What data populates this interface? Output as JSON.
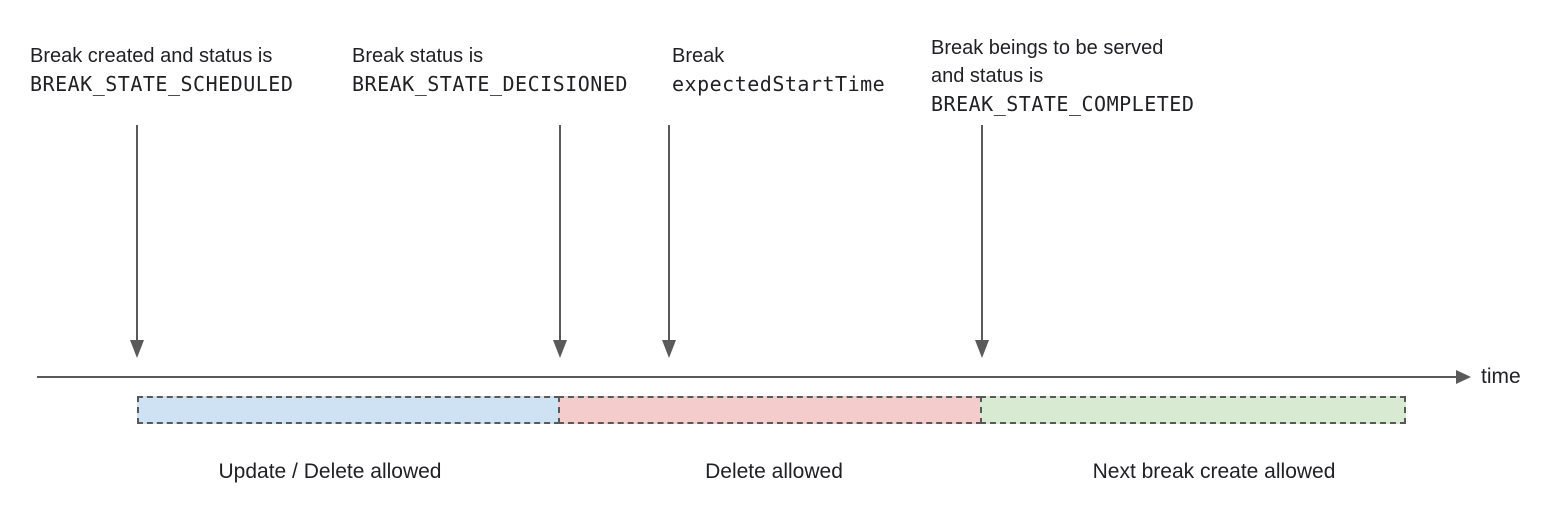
{
  "diagram": {
    "annotations": [
      {
        "text_lines": [
          "Break created and status is"
        ],
        "code": "BREAK_STATE_SCHEDULED"
      },
      {
        "text_lines": [
          "Break status is"
        ],
        "code": "BREAK_STATE_DECISIONED"
      },
      {
        "text_lines": [
          "Break"
        ],
        "code": "expectedStartTime"
      },
      {
        "text_lines": [
          "Break beings to be served",
          "and status is"
        ],
        "code": "BREAK_STATE_COMPLETED"
      }
    ],
    "timeline": {
      "axis_label": "time"
    },
    "segments": [
      {
        "label": "Update / Delete allowed",
        "color": "#cfe2f3"
      },
      {
        "label": "Delete allowed",
        "color": "#f4cccc"
      },
      {
        "label": "Next break create allowed",
        "color": "#d9ead3"
      }
    ],
    "colors": {
      "border": "#595959",
      "arrow": "#5a5a5a",
      "text": "#202124"
    }
  }
}
